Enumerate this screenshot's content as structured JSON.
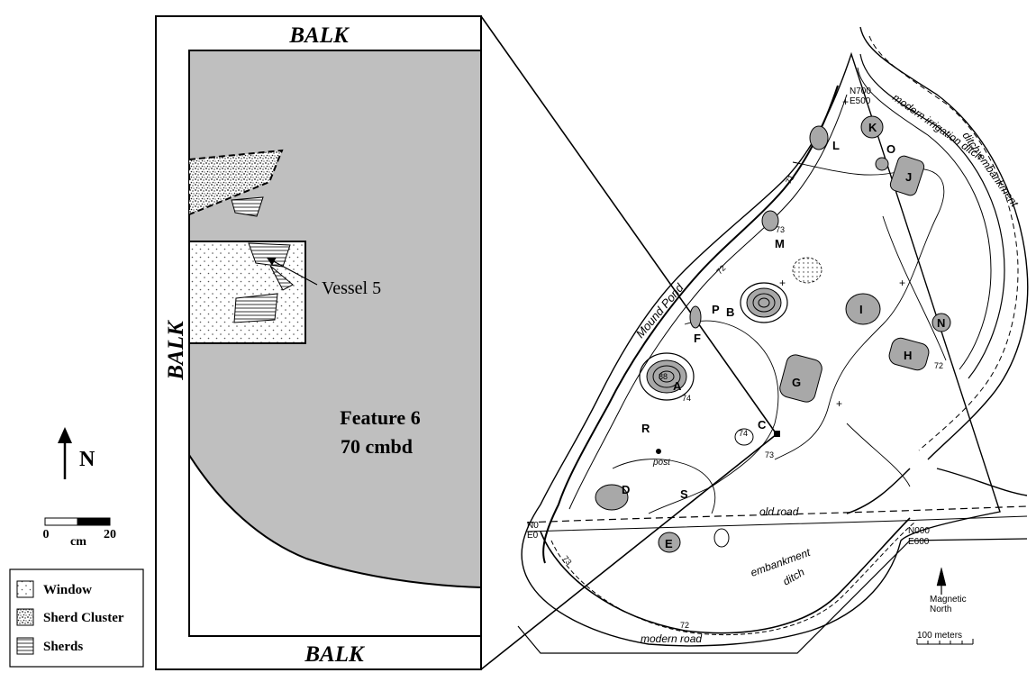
{
  "figure": {
    "balk_top": "BALK",
    "balk_bottom": "BALK",
    "balk_left": "BALK",
    "vessel_label": "Vessel 5",
    "feature_title": "Feature 6",
    "feature_depth": "70 cmbd",
    "north_label": "N",
    "scale": {
      "start": "0",
      "unit": "cm",
      "end": "20"
    }
  },
  "legend": {
    "items": [
      {
        "label": "Window",
        "pattern": "dots"
      },
      {
        "label": "Sherd Cluster",
        "pattern": "stipple"
      },
      {
        "label": "Sherds",
        "pattern": "lines"
      }
    ]
  },
  "map": {
    "mounds": [
      "A",
      "B",
      "C",
      "D",
      "E",
      "F",
      "G",
      "H",
      "I",
      "J",
      "K",
      "L",
      "M",
      "N",
      "O",
      "P",
      "R",
      "S"
    ],
    "labels": {
      "mound_pond": "Mound Pond",
      "irrigation": "modern irrigation ditch",
      "ditch_embankment": "ditch embankment",
      "old_road": "old road",
      "embankment": "embankment",
      "ditch": "ditch",
      "modern_road": "modern road",
      "post": "post"
    },
    "grid_points": {
      "nw": [
        "N700",
        "E500"
      ],
      "sw": [
        "N0",
        "E0"
      ],
      "se": [
        "N000",
        "E600"
      ]
    },
    "contours": [
      "71",
      "72",
      "73",
      "74",
      "88",
      "73",
      "73",
      "74",
      "72",
      "72"
    ],
    "magnetic_north": [
      "Magnetic",
      "North"
    ],
    "scale_label": "100 meters",
    "colors": {
      "feature_fill": "#bfbfbf",
      "mound_fill": "#a8a8a8",
      "line": "#000000"
    }
  }
}
